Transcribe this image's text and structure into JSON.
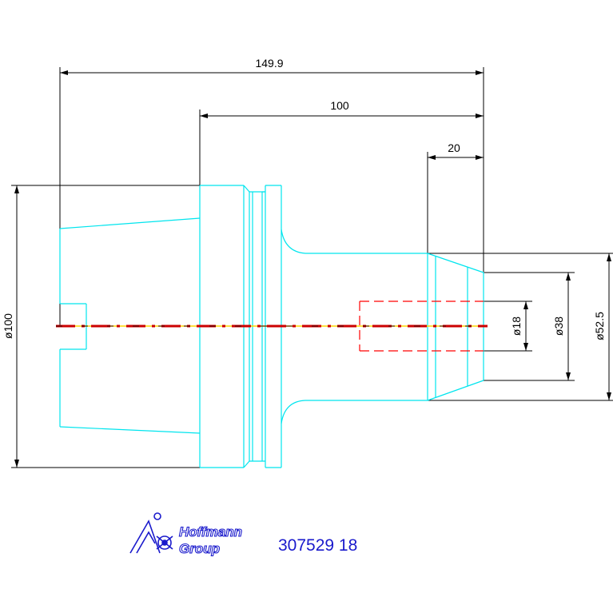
{
  "colors": {
    "dimension": "#000000",
    "outline": "#00e5ee",
    "hidden": "#ff0000",
    "centerline": "#ffd700",
    "brand": "#1a1acc"
  },
  "dimensions": {
    "overall_length": "149.9",
    "taper_length": "100",
    "nose_length": "20",
    "flange_diameter": "ø100",
    "bore_diameter": "ø18",
    "nose_diameter": "ø38",
    "shank_diameter": "ø52.5"
  },
  "logo": {
    "icon": "hoffmann-logo-icon",
    "line1": "Hoffmann",
    "line2": "Group"
  },
  "part_number": "307529 18"
}
